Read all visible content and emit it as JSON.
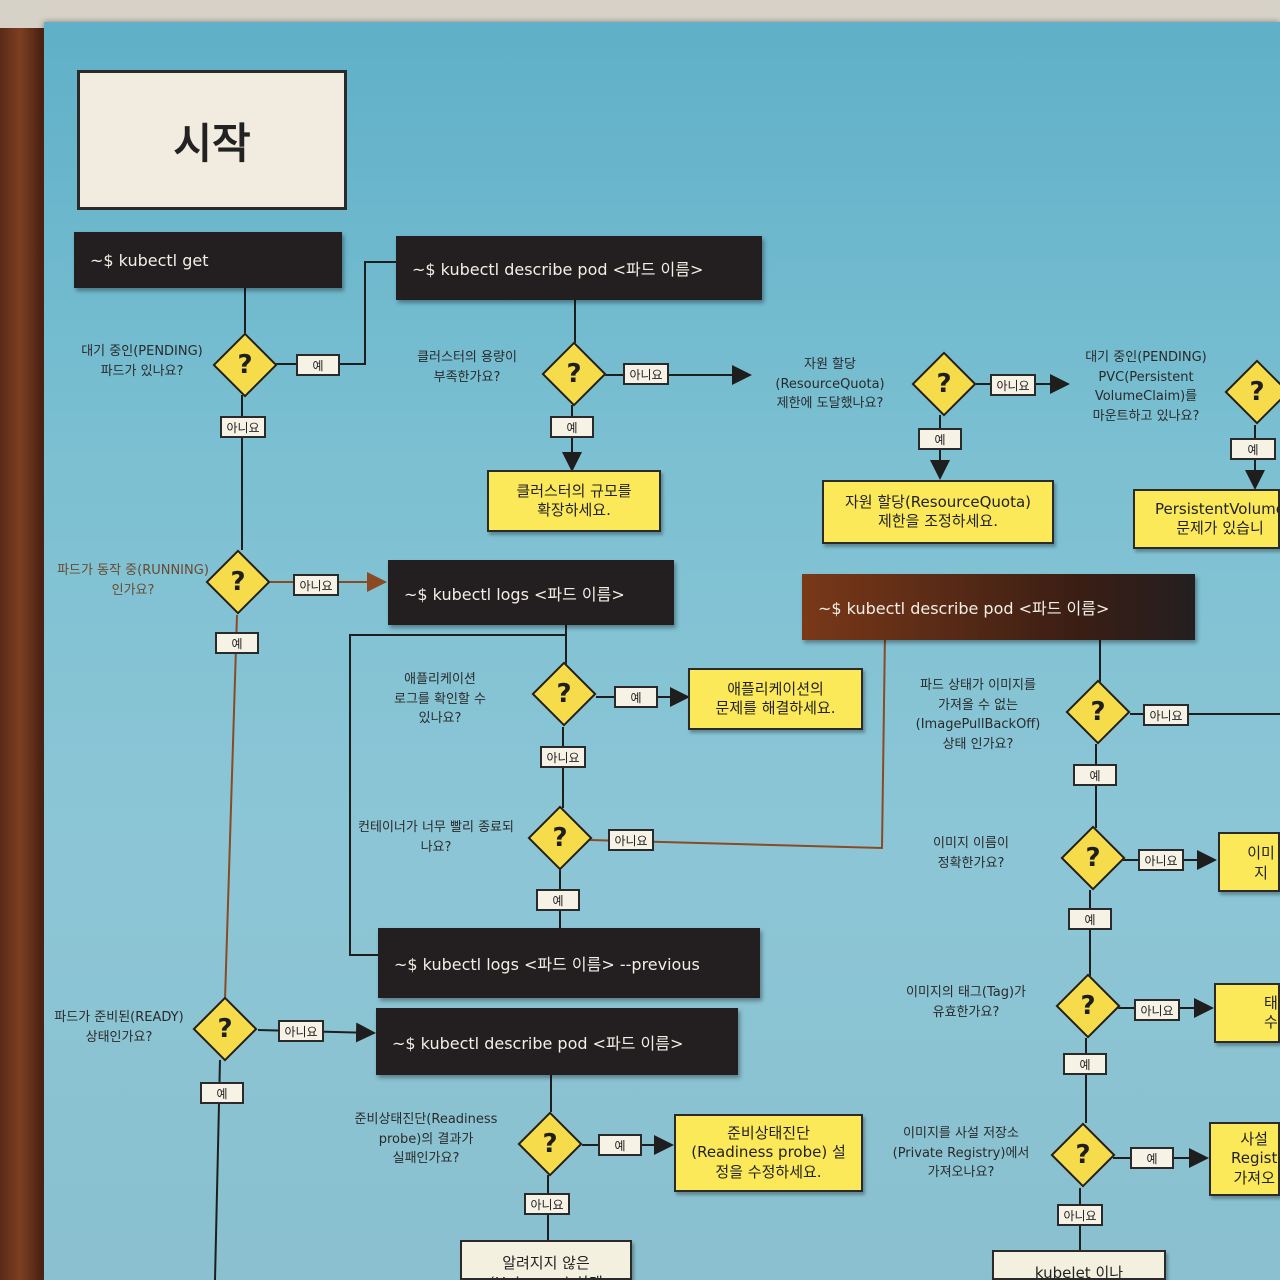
{
  "start": "시작",
  "commands": {
    "kubectl_get": "~$ kubectl get",
    "describe_pod_1": "~$ kubectl describe pod <파드 이름>",
    "logs": "~$ kubectl logs <파드 이름>",
    "describe_pod_2": "~$ kubectl describe pod <파드 이름>",
    "logs_previous": "~$ kubectl logs <파드 이름> --previous",
    "describe_pod_3": "~$ kubectl describe pod <파드 이름>"
  },
  "questions": {
    "pending_pod": "대기 중인(PENDING)\n파드가 있나요?",
    "running_pod": "파드가 동작 중(RUNNING)\n인가요?",
    "ready_pod": "파드가 준비된(READY)\n상태인가요?",
    "cluster_capacity": "클러스터의 용량이\n부족한가요?",
    "resource_quota": "자원 할당\n(ResourceQuota)\n제한에 도달했나요?",
    "pending_pvc": "대기 중인(PENDING)\nPVC(Persistent\nVolumeClaim)를\n마운트하고 있나요?",
    "app_logs": "애플리케이션\n로그를 확인할 수\n있나요?",
    "container_exit": "컨테이너가 너무 빨리 종료되\n나요?",
    "image_pull": "파드 상태가 이미지를\n가져올 수 없는\n(ImagePullBackOff)\n상태 인가요?",
    "image_name": "이미지 이름이\n정확한가요?",
    "image_tag": "이미지의 태그(Tag)가\n유효한가요?",
    "private_registry": "이미지를 사설 저장소\n(Private Registry)에서\n가져오나요?",
    "readiness_probe": "준비상태진단(Readiness\nprobe)의 결과가\n실패인가요?"
  },
  "actions": {
    "scale_cluster": "클러스터의 규모를\n확장하세요.",
    "adjust_quota": "자원 할당(ResourceQuota)\n제한을 조정하세요.",
    "pv_issue": "PersistentVolume\n문제가 있습니",
    "fix_app": "애플리케이션의\n문제를 해결하세요.",
    "image_cut": "이미지",
    "tag_cut": "태\n수",
    "registry_cut": "사설\nRegist\n가져오",
    "fix_readiness": "준비상태진단\n(Readiness probe) 설\n정을 수정하세요.",
    "unknown_cut": "알려지지 않은\n(Unknown) 상태",
    "kubelet_cut": "kubelet 이나"
  },
  "answers": {
    "yes": "예",
    "no": "아니요"
  },
  "qmark": "?"
}
